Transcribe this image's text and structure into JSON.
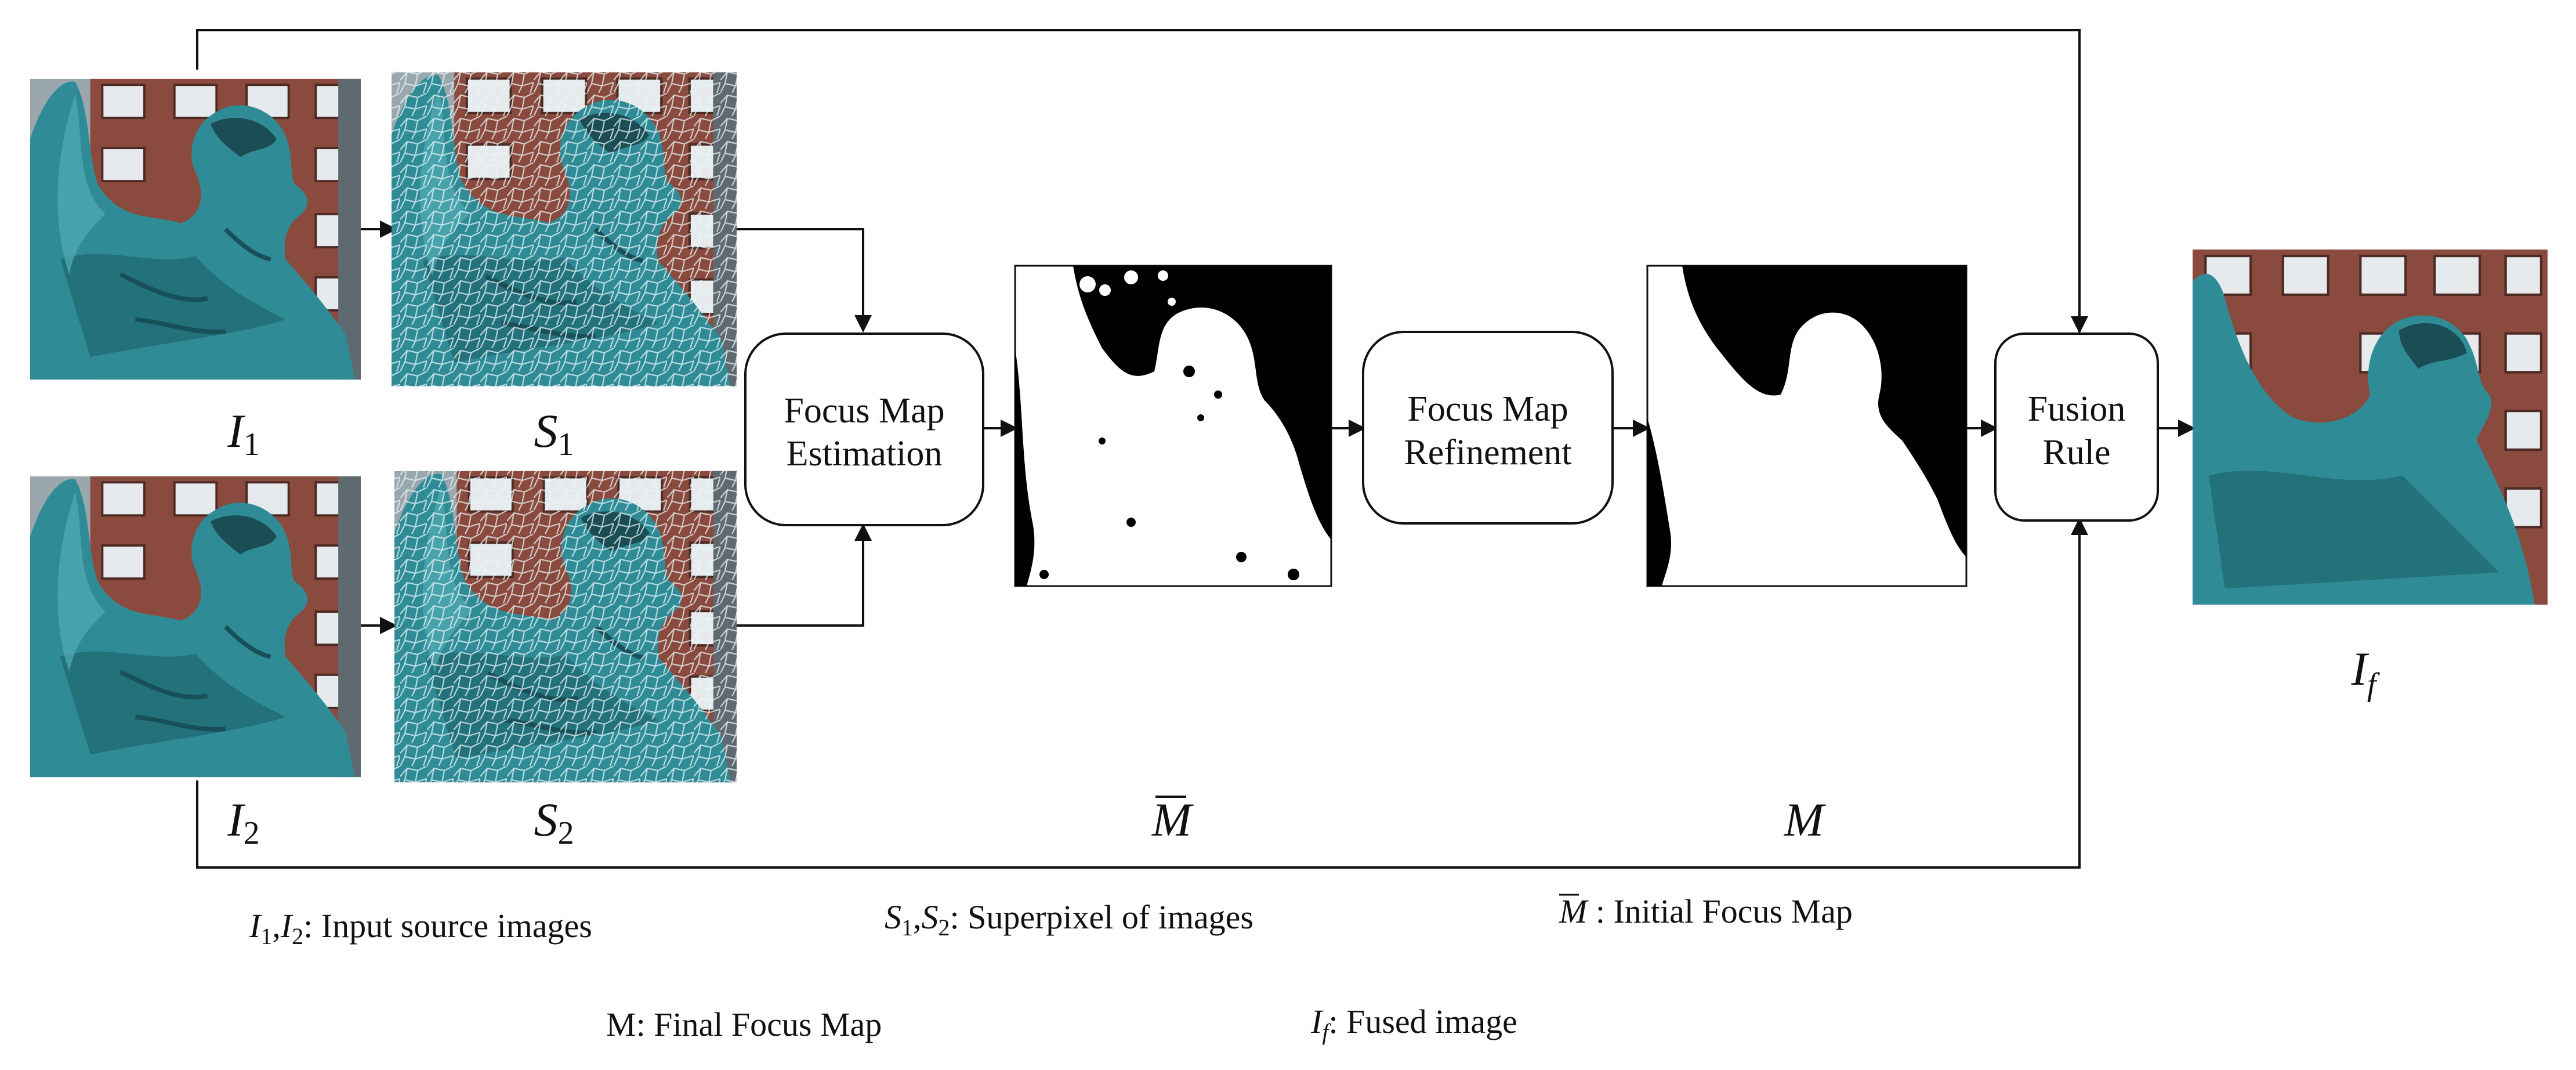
{
  "diagram": {
    "inputs": {
      "i1": {
        "symbol": "I",
        "sub": "1"
      },
      "i2": {
        "symbol": "I",
        "sub": "2"
      }
    },
    "superpixels": {
      "s1": {
        "symbol": "S",
        "sub": "1"
      },
      "s2": {
        "symbol": "S",
        "sub": "2"
      }
    },
    "blocks": {
      "estimation": {
        "line1": "Focus Map",
        "line2": "Estimation"
      },
      "refinement": {
        "line1": "Focus Map",
        "line2": "Refinement"
      },
      "fusion": {
        "line1": "Fusion",
        "line2": "Rule"
      }
    },
    "maps": {
      "initial": {
        "symbol": "M"
      },
      "final": {
        "symbol": "M"
      }
    },
    "output": {
      "symbol": "I",
      "sub": "f"
    },
    "legend": {
      "inputs": {
        "sym1": "I",
        "sub1": "1",
        "sep": ",",
        "sym2": "I",
        "sub2": "2",
        "text": ": Input source images"
      },
      "superpixels": {
        "sym1": "S",
        "sub1": "1",
        "sep": ",",
        "sym2": "S",
        "sub2": "2",
        "text": ": Superpixel of images"
      },
      "initial_map": {
        "sym": "M",
        "text": " : Initial Focus Map"
      },
      "final_map": {
        "text": "M: Final Focus Map"
      },
      "fused": {
        "sym": "I",
        "sub": "f",
        "text": ": Fused image"
      }
    },
    "colors": {
      "statue": "#2f8c97",
      "statue_dark": "#1d5f6a",
      "statue_light": "#5bb3bb",
      "building": "#8a4a3e",
      "window": "#e9ecef",
      "sky": "#a9b6bd",
      "line": "#111111"
    }
  }
}
